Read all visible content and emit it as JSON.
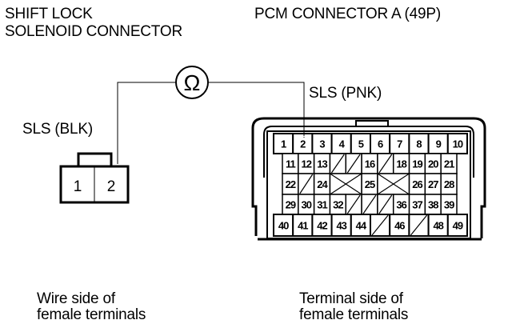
{
  "labels": {
    "shift_lock_title_line1": "SHIFT LOCK",
    "shift_lock_title_line2": "SOLENOID CONNECTOR",
    "pcm_title": "PCM CONNECTOR A (49P)",
    "wire_left": "SLS (BLK)",
    "wire_right": "SLS (PNK)",
    "left_caption_line1": "Wire side of",
    "left_caption_line2": "female terminals",
    "right_caption_line1": "Terminal side of",
    "right_caption_line2": "female terminals"
  },
  "meter": {
    "symbol": "Ω",
    "icon": "ohmmeter-icon"
  },
  "shift_lock_connector": {
    "pins": [
      "1",
      "2"
    ],
    "probed_pin": "2"
  },
  "pcm_connector": {
    "probed_pin": "2",
    "rows": [
      [
        "1",
        "2",
        "3",
        "4",
        "5",
        "6",
        "7",
        "8",
        "9",
        "10"
      ],
      [
        "11",
        "12",
        "13",
        "/",
        "/",
        "16",
        "/",
        "18",
        "19",
        "20",
        "21"
      ],
      [
        "22",
        "/",
        "24",
        "X",
        "25",
        "X",
        "26",
        "27",
        "28"
      ],
      [
        "29",
        "30",
        "31",
        "32",
        "/",
        "/",
        "/",
        "36",
        "37",
        "38",
        "39"
      ],
      [
        "40",
        "41",
        "42",
        "43",
        "44",
        "/",
        "46",
        "/",
        "48",
        "49"
      ]
    ]
  }
}
